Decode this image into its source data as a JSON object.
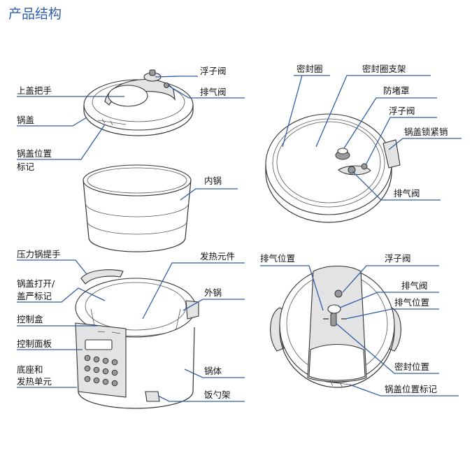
{
  "title": "产品结构",
  "labels": {
    "lid_handle": "上盖把手",
    "float_valve_1": "浮子阀",
    "exhaust_valve_1": "排气阀",
    "lid": "锅盖",
    "lid_position_mark": "锅盖位置",
    "lid_position_mark_2": "标记",
    "inner_pot": "内锅",
    "seal_ring": "密封圈",
    "seal_ring_bracket": "密封圈支架",
    "anti_block_cover": "防堵罩",
    "float_valve_2": "浮子阀",
    "lid_lock_pin": "锅盖锁紧销",
    "exhaust_valve_2": "排气阀",
    "cooker_handle": "压力锅提手",
    "lid_open_close_1": "锅盖打开/",
    "lid_open_close_2": "盖严标记",
    "control_box": "控制盒",
    "control_panel": "控制面板",
    "base_heater_1": "底座和",
    "base_heater_2": "发热单元",
    "heating_element": "发热元件",
    "outer_pot": "外锅",
    "body": "锅体",
    "ladle_holder": "饭勺架",
    "exhaust_position_1": "排气位置",
    "float_valve_3": "浮子阀",
    "exhaust_valve_3": "排气阀",
    "exhaust_position_2": "排气位置",
    "seal_position": "密封位置",
    "lid_position_mark_3": "锅盖位置标记"
  }
}
